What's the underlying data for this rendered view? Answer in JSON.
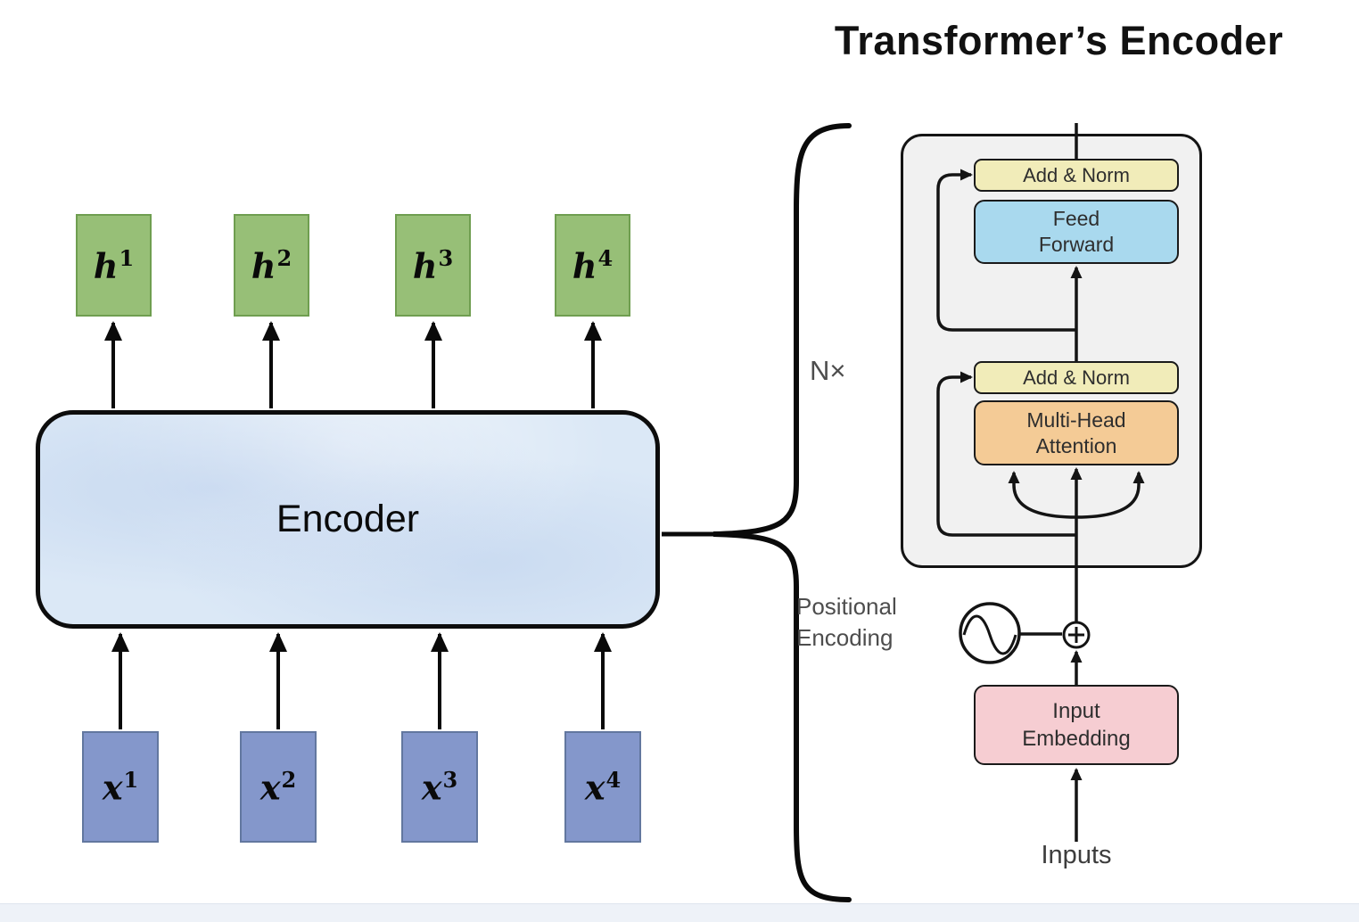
{
  "title": "Transformer’s Encoder",
  "left_diagram": {
    "encoder_label": "Encoder",
    "outputs": [
      {
        "base": "h",
        "sup": "1"
      },
      {
        "base": "h",
        "sup": "2"
      },
      {
        "base": "h",
        "sup": "3"
      },
      {
        "base": "h",
        "sup": "4"
      }
    ],
    "inputs": [
      {
        "base": "x",
        "sup": "1"
      },
      {
        "base": "x",
        "sup": "2"
      },
      {
        "base": "x",
        "sup": "3"
      },
      {
        "base": "x",
        "sup": "4"
      }
    ]
  },
  "right_diagram": {
    "repeat_label": "N×",
    "blocks": {
      "add_norm_top": "Add & Norm",
      "feed_forward": "Feed Forward",
      "add_norm_bottom": "Add & Norm",
      "multi_head_attention": "Multi-Head Attention",
      "input_embedding": "Input Embedding"
    },
    "positional_encoding_label": "Positional Encoding",
    "inputs_label": "Inputs"
  },
  "colors": {
    "hidden_state_box": "#97bf77",
    "hidden_state_border": "#6f9e50",
    "input_vector_box": "#8497cb",
    "input_vector_border": "#62779f",
    "encoder_fill": "#dbe8f6",
    "panel_fill": "#f1f1f1",
    "add_norm_fill": "#f1ecb9",
    "feed_forward_fill": "#a9d9ee",
    "attention_fill": "#f4cb96",
    "embedding_fill": "#f6cdd2",
    "line_color": "#111111"
  }
}
